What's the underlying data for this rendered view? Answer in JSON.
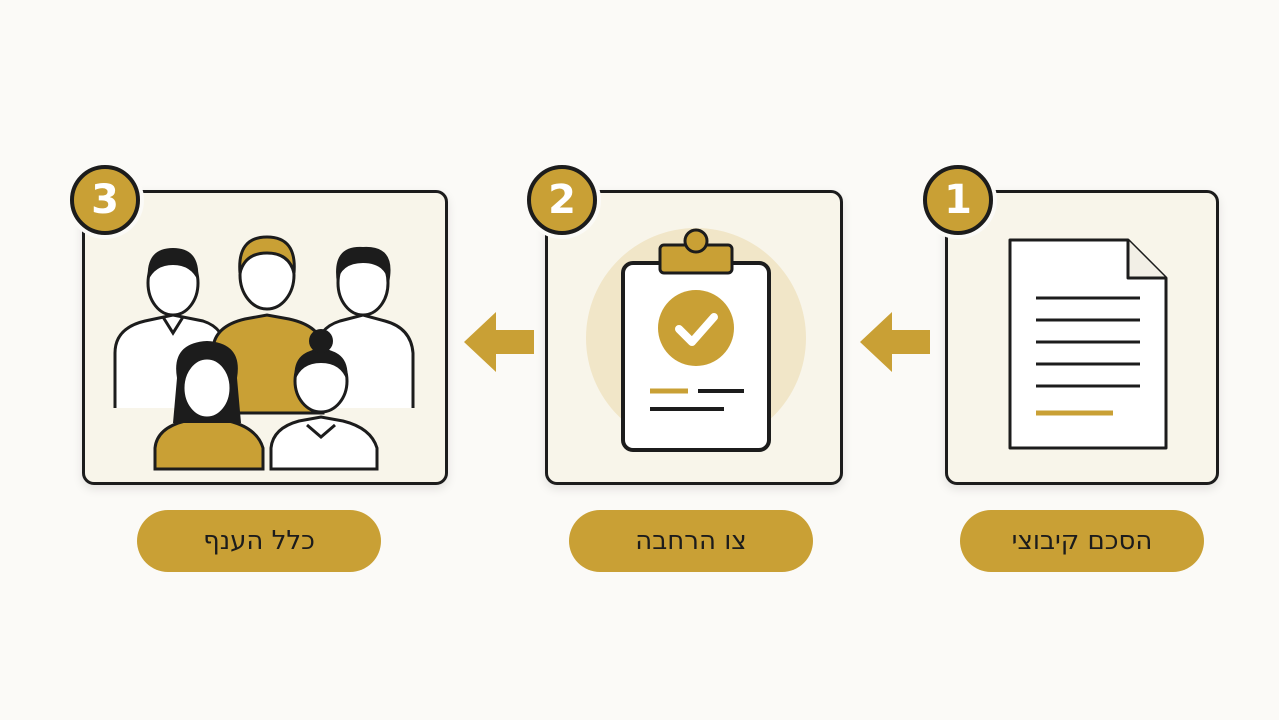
{
  "colors": {
    "accent": "#c9a035",
    "outline": "#1c1c1c",
    "card_bg": "#f8f5ea",
    "page_bg": "#fbfaf7"
  },
  "steps": [
    {
      "number": "1",
      "label": "הסכם קיבוצי",
      "icon": "document-icon"
    },
    {
      "number": "2",
      "label": "צו הרחבה",
      "icon": "clipboard-check-icon"
    },
    {
      "number": "3",
      "label": "כלל הענף",
      "icon": "people-group-icon"
    }
  ],
  "flow_direction": "right-to-left"
}
